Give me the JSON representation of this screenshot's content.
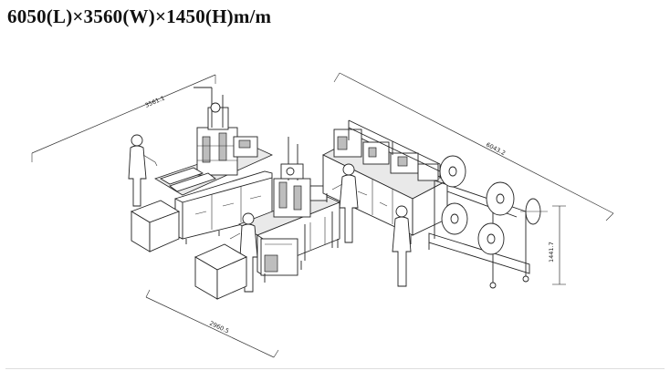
{
  "title": "6050(L)×3560(W)×1450(H)m/m",
  "dimensions": {
    "width_top": "3561.1",
    "length_top": "6043.2",
    "height_right": "1441.7",
    "width_bottom": "2960.5"
  },
  "colors": {
    "line": "#222222",
    "background": "#ffffff"
  }
}
